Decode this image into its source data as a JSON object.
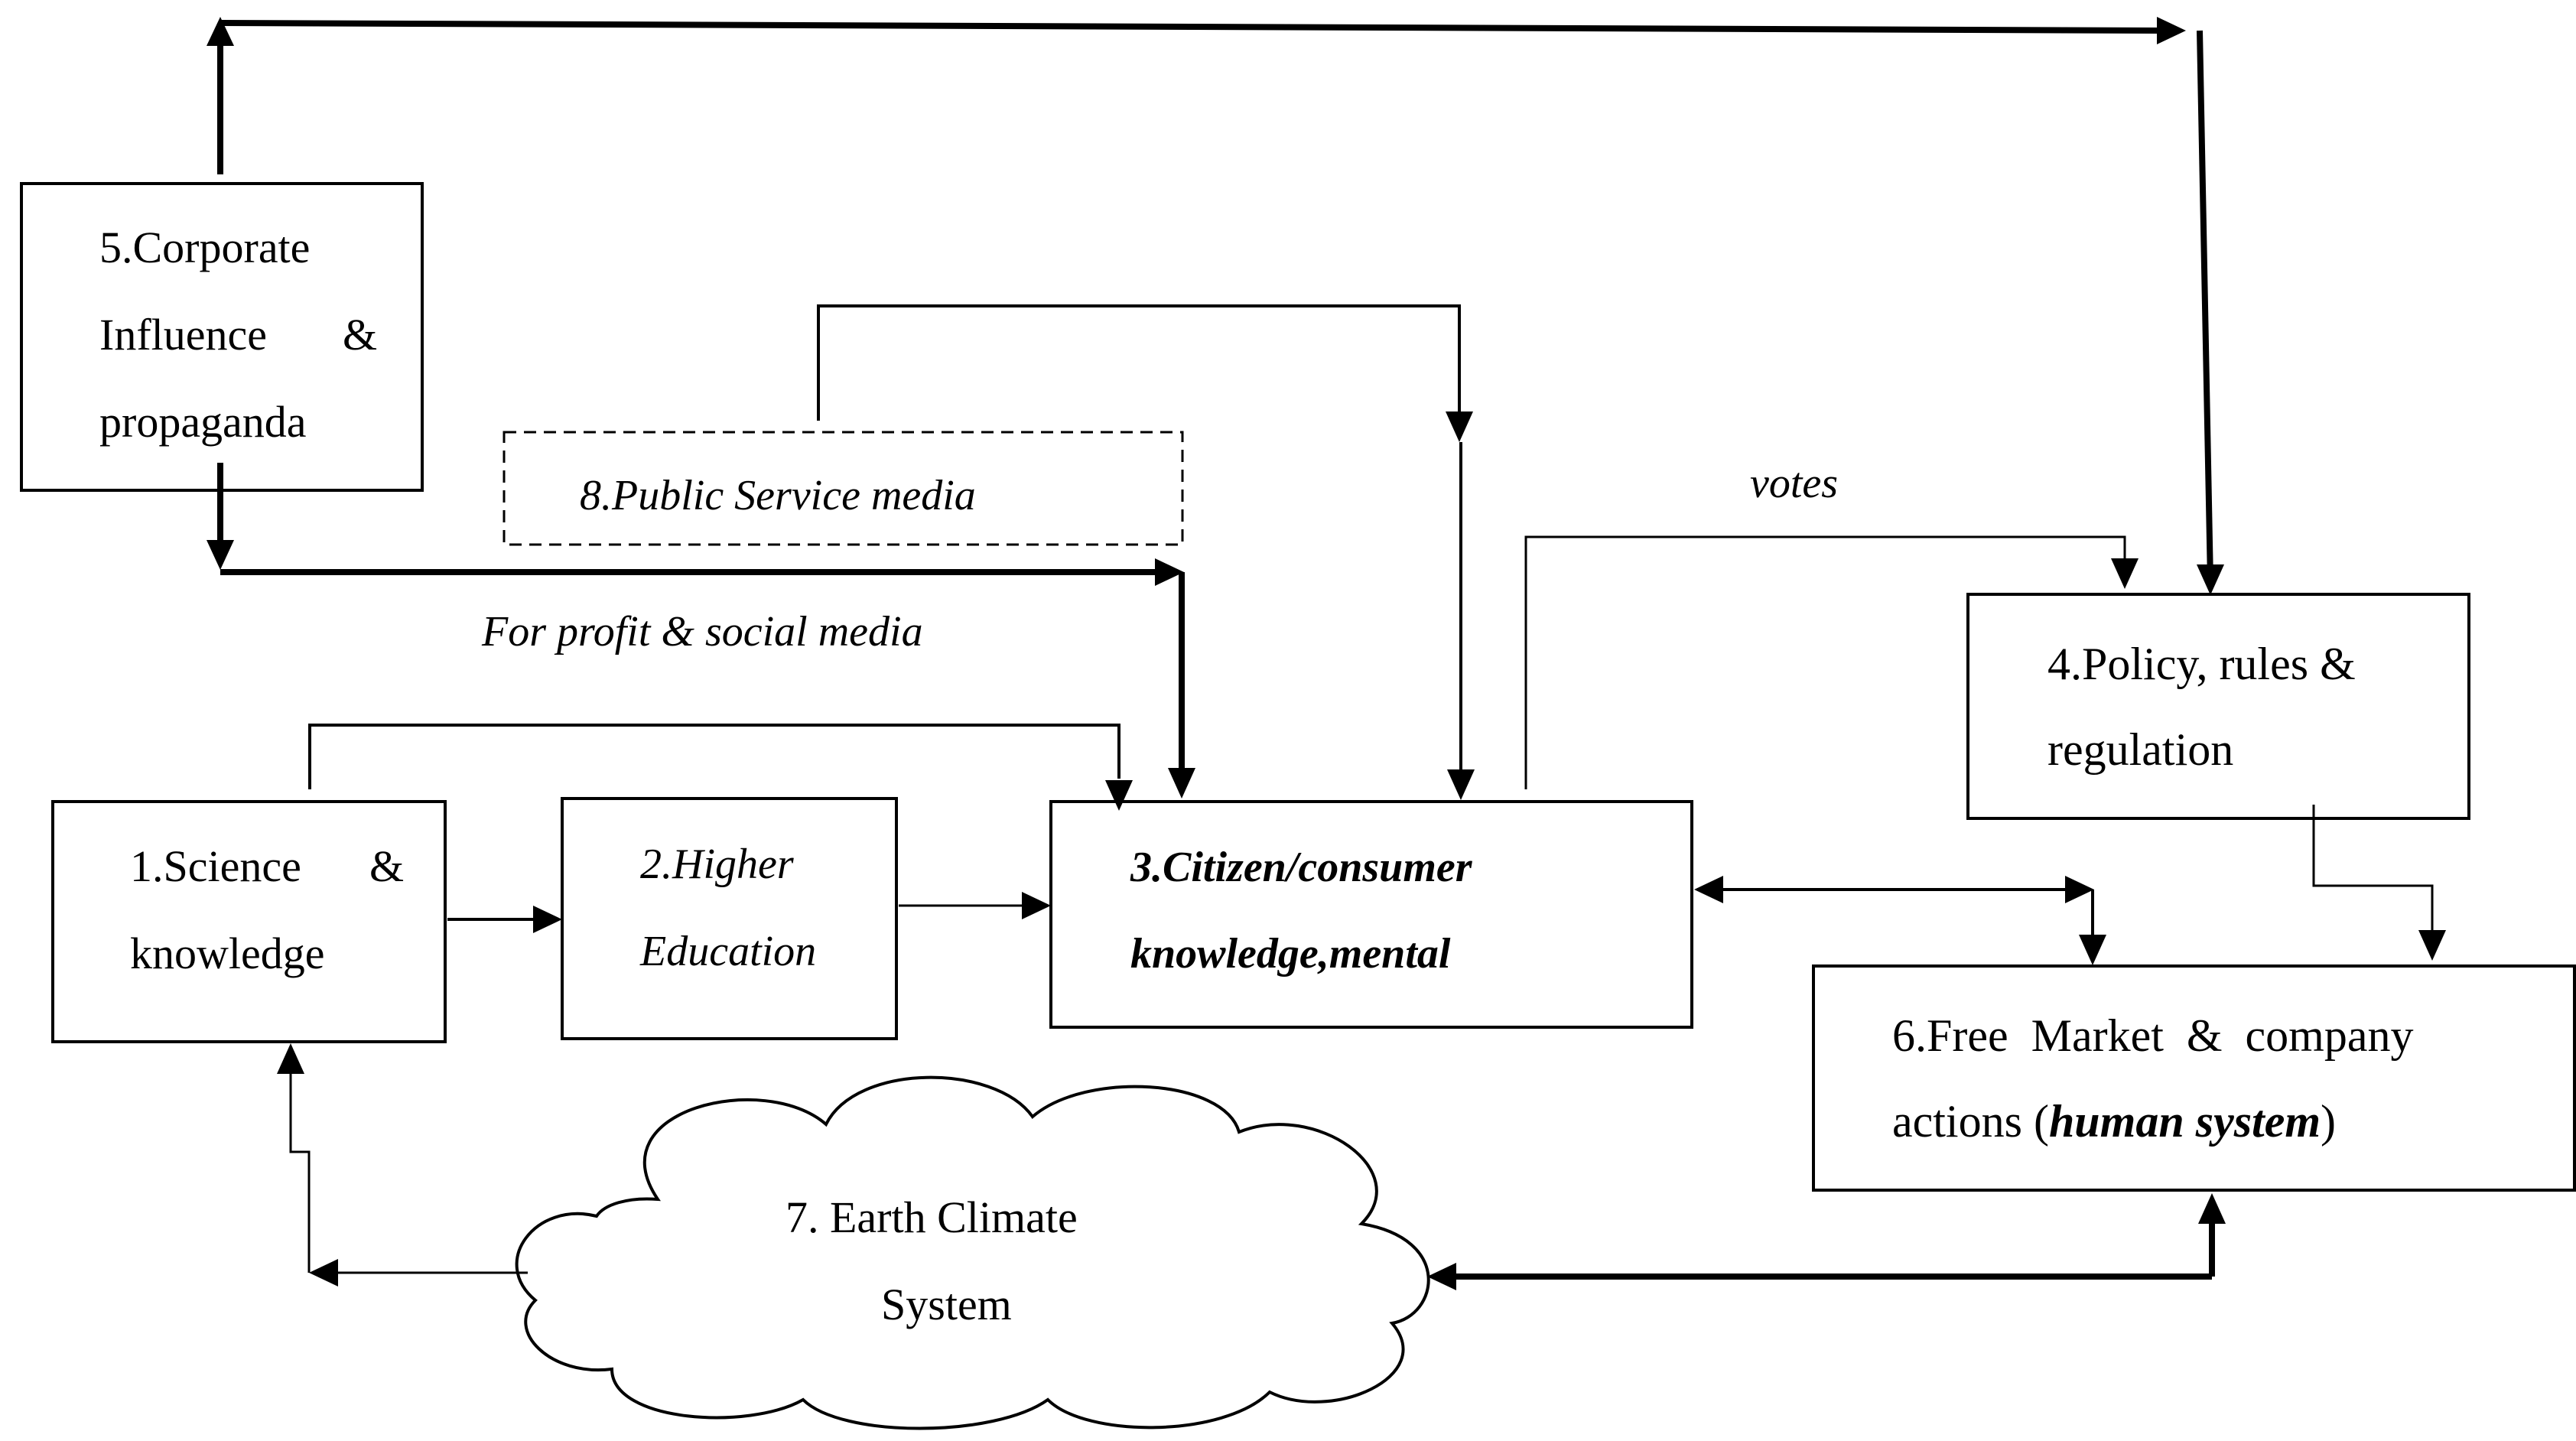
{
  "boxes": {
    "science": {
      "line1a": "1.Science",
      "line1b": "&",
      "line2": "knowledge"
    },
    "higher_education": {
      "line1": "2.Higher",
      "line2": "Education"
    },
    "citizen": {
      "line1": "3.Citizen/consumer",
      "line2": "knowledge,mental"
    },
    "policy": {
      "line1": "4.Policy, rules &",
      "line2": "regulation"
    },
    "corporate": {
      "line1": "5.Corporate",
      "line2a": "Influence",
      "line2b": "&",
      "line3": "propaganda"
    },
    "free_market": {
      "line1": "6.Free  Market  &  company",
      "line2_prefix": "actions (",
      "line2_emph": "human system",
      "line2_suffix": ")"
    },
    "earth": {
      "line1": "7. Earth Climate",
      "line2": "System"
    },
    "public_media": {
      "line1": "8.Public Service media"
    }
  },
  "labels": {
    "for_profit": "For profit & social media",
    "votes": "votes"
  }
}
